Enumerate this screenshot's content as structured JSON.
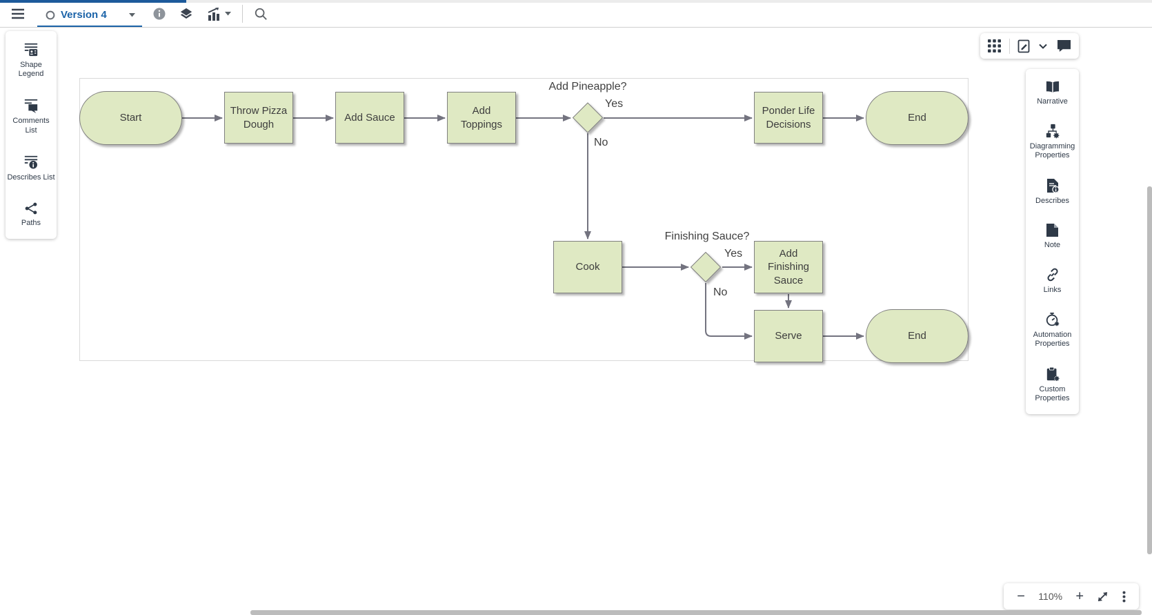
{
  "header": {
    "version_selector": {
      "value": "Version 4",
      "icon": "circle-outline-icon",
      "caret": "caret-down-icon"
    },
    "icons": [
      "menu-icon",
      "info-icon",
      "layers-icon",
      "chart-icon",
      "search-icon"
    ]
  },
  "left_panel": {
    "items": [
      {
        "label": "Shape Legend",
        "icon": "shape-legend-icon"
      },
      {
        "label": "Comments List",
        "icon": "comments-list-icon"
      },
      {
        "label": "Describes List",
        "icon": "describes-list-icon"
      },
      {
        "label": "Paths",
        "icon": "paths-icon"
      }
    ]
  },
  "canvas_toolbar": {
    "icons": [
      "grid-icon",
      "document-edit-icon",
      "chevron-down-icon",
      "comment-icon"
    ]
  },
  "right_panel": {
    "items": [
      {
        "label": "Narrative",
        "icon": "narrative-book-icon"
      },
      {
        "label": "Diagramming Properties",
        "icon": "diagramming-properties-icon"
      },
      {
        "label": "Describes",
        "icon": "describes-icon"
      },
      {
        "label": "Note",
        "icon": "note-icon"
      },
      {
        "label": "Links",
        "icon": "links-icon"
      },
      {
        "label": "Automation Properties",
        "icon": "automation-properties-icon"
      },
      {
        "label": "Custom Properties",
        "icon": "custom-properties-icon"
      }
    ]
  },
  "zoom_controls": {
    "zoom_out_label": "−",
    "zoom_level": "110%",
    "zoom_in_label": "+",
    "icons": [
      "fit-screen-icon",
      "more-options-icon"
    ]
  },
  "flowchart": {
    "nodes": [
      {
        "id": "start",
        "type": "terminator",
        "label": "Start"
      },
      {
        "id": "throw-pizza-dough",
        "type": "process",
        "label": "Throw Pizza Dough"
      },
      {
        "id": "add-sauce",
        "type": "process",
        "label": "Add Sauce"
      },
      {
        "id": "add-toppings",
        "type": "process",
        "label": "Add Toppings"
      },
      {
        "id": "add-pineapple-decision",
        "type": "decision",
        "label": "Add Pineapple?"
      },
      {
        "id": "ponder-life-decisions",
        "type": "process",
        "label": "Ponder Life Decisions"
      },
      {
        "id": "end-top",
        "type": "terminator",
        "label": "End"
      },
      {
        "id": "cook",
        "type": "process",
        "label": "Cook"
      },
      {
        "id": "finishing-sauce-decision",
        "type": "decision",
        "label": "Finishing Sauce?"
      },
      {
        "id": "add-finishing-sauce",
        "type": "process",
        "label": "Add Finishing Sauce"
      },
      {
        "id": "serve",
        "type": "process",
        "label": "Serve"
      },
      {
        "id": "end-bottom",
        "type": "terminator",
        "label": "End"
      }
    ],
    "edges": [
      {
        "from": "start",
        "to": "throw-pizza-dough",
        "label": ""
      },
      {
        "from": "throw-pizza-dough",
        "to": "add-sauce",
        "label": ""
      },
      {
        "from": "add-sauce",
        "to": "add-toppings",
        "label": ""
      },
      {
        "from": "add-toppings",
        "to": "add-pineapple-decision",
        "label": ""
      },
      {
        "from": "add-pineapple-decision",
        "to": "ponder-life-decisions",
        "label": "Yes"
      },
      {
        "from": "add-pineapple-decision",
        "to": "cook",
        "label": "No"
      },
      {
        "from": "ponder-life-decisions",
        "to": "end-top",
        "label": ""
      },
      {
        "from": "cook",
        "to": "finishing-sauce-decision",
        "label": ""
      },
      {
        "from": "finishing-sauce-decision",
        "to": "add-finishing-sauce",
        "label": "Yes"
      },
      {
        "from": "finishing-sauce-decision",
        "to": "serve",
        "label": "No"
      },
      {
        "from": "add-finishing-sauce",
        "to": "serve",
        "label": ""
      },
      {
        "from": "serve",
        "to": "end-bottom",
        "label": ""
      }
    ],
    "colors": {
      "node_fill": "#dfe9c3",
      "node_border": "#7f7f7f",
      "connector": "#73737f",
      "accent_blue": "#1b63a8"
    }
  }
}
